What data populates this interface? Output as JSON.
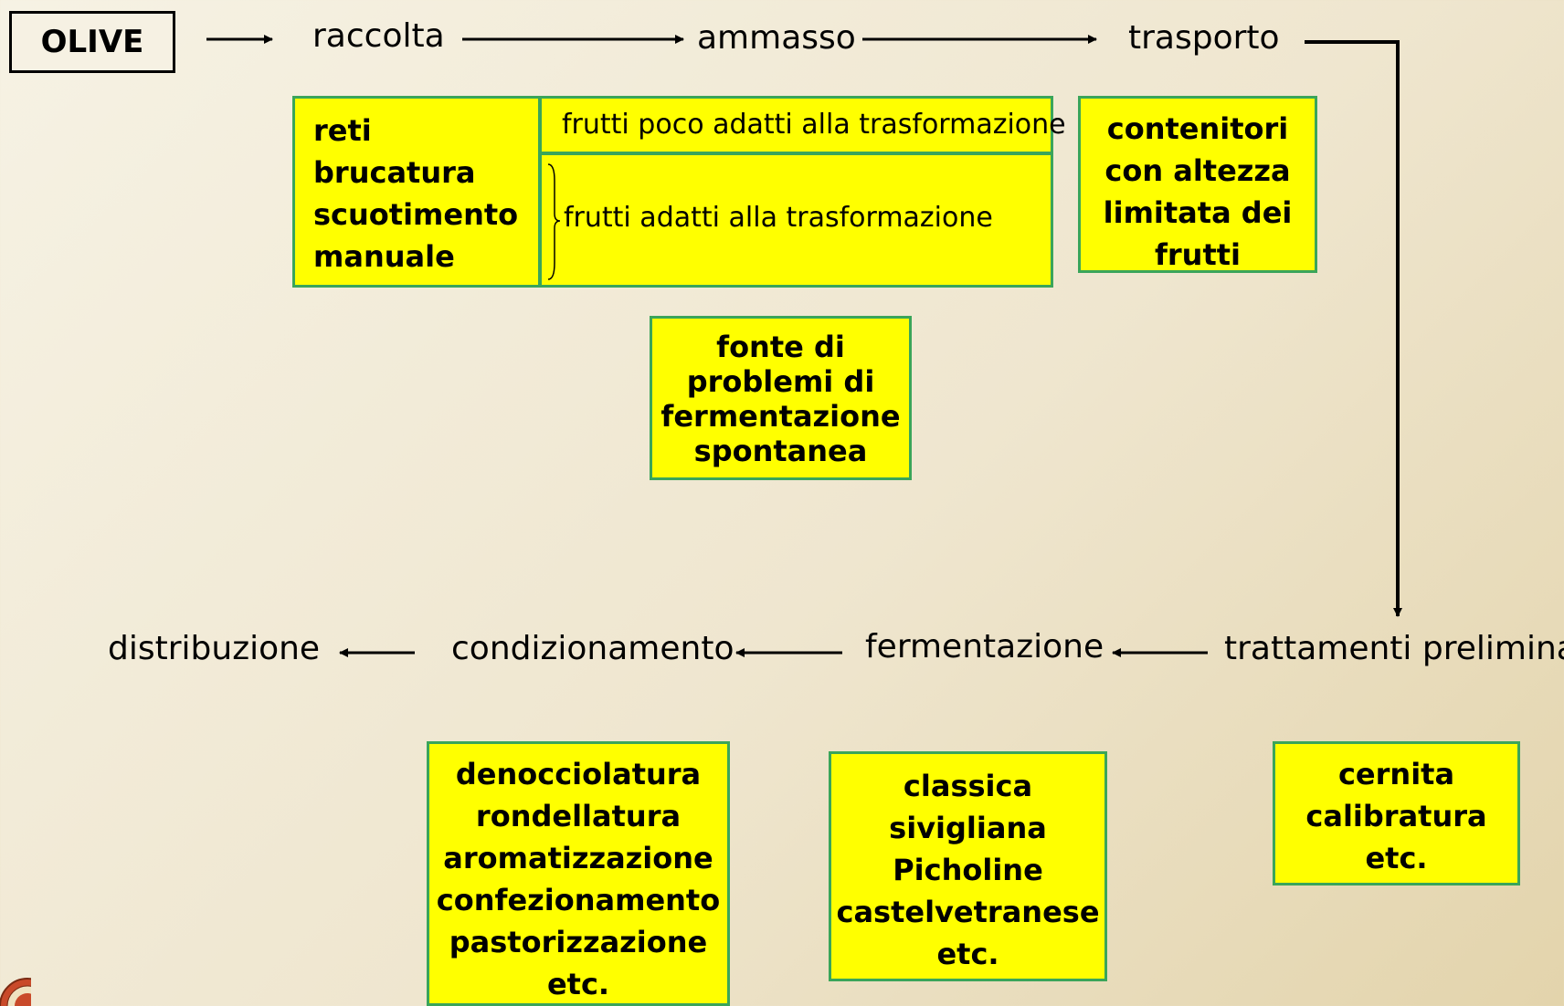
{
  "start": "OLIVE",
  "top_flow": {
    "raccolta": "raccolta",
    "ammasso": "ammasso",
    "trasporto": "trasporto"
  },
  "raccolta_methods": [
    "reti",
    "brucatura",
    "scuotimento",
    "manuale"
  ],
  "ammasso_notes": {
    "poor": "frutti poco adatti alla trasformazione",
    "good": "frutti adatti alla trasformazione"
  },
  "trasporto_box": [
    "contenitori",
    "con altezza",
    "limitata dei",
    "frutti"
  ],
  "fermentation_warning": [
    "fonte di",
    "problemi di",
    "fermentazione",
    "spontanea"
  ],
  "bottom_flow": {
    "distribuzione": "distribuzione",
    "condizionamento": "condizionamento",
    "fermentazione": "fermentazione",
    "trattamenti": "trattamenti preliminari"
  },
  "condizionamento_box": [
    "denocciolatura",
    "rondellatura",
    "aromatizzazione",
    "confezionamento",
    "pastorizzazione",
    "etc."
  ],
  "fermentazione_box": [
    "classica",
    "sivigliana",
    "Picholine",
    "castelvetranese",
    "etc."
  ],
  "trattamenti_box": [
    "cernita",
    "calibratura",
    "etc."
  ],
  "colors": {
    "box_fill": "#ffff00",
    "box_border": "#3aa55a",
    "arrow": "#000000"
  }
}
